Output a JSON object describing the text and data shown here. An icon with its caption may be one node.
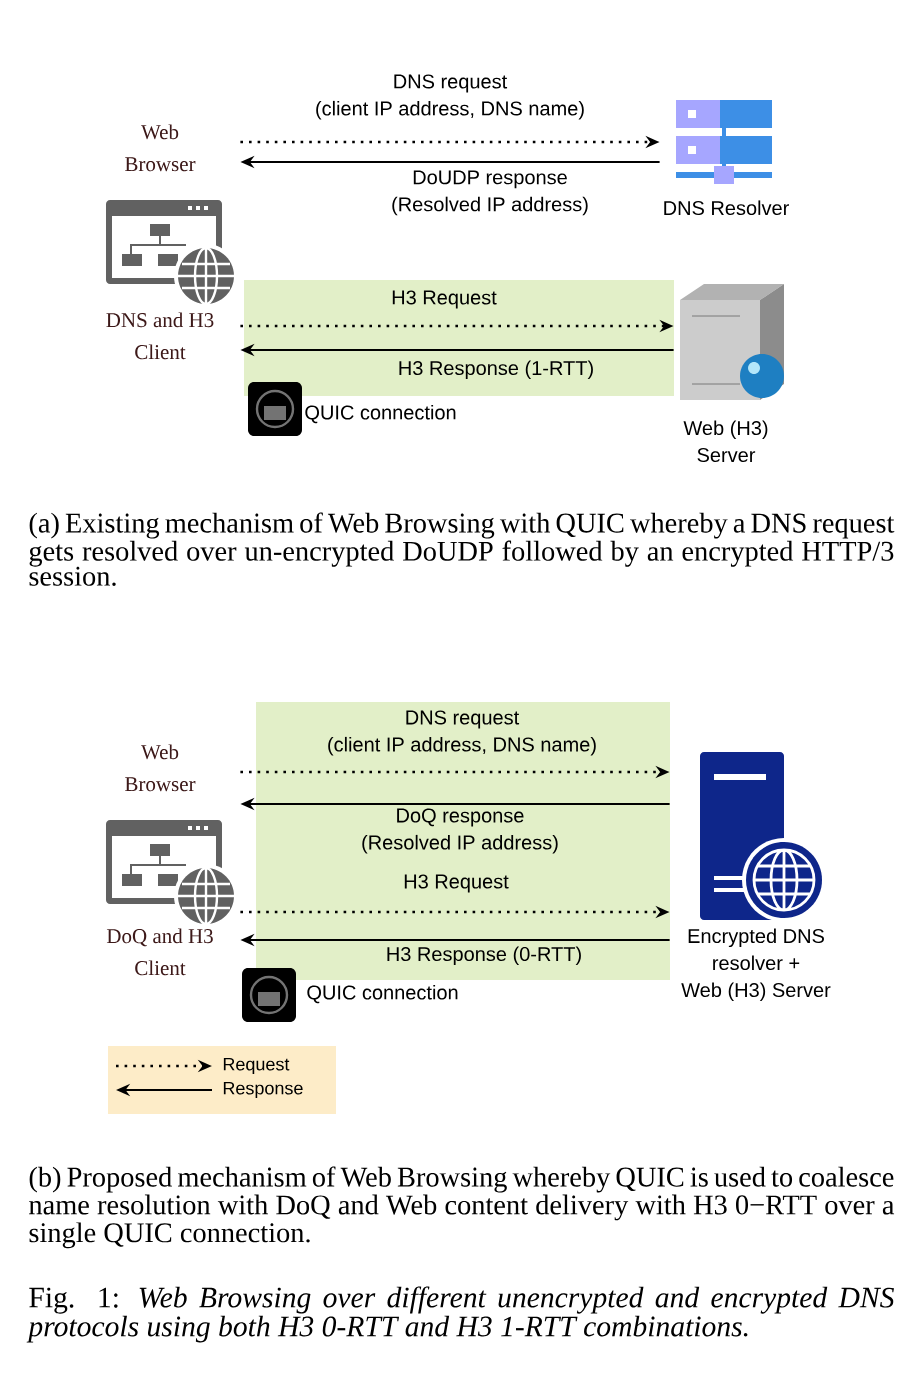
{
  "diagram": {
    "caption": "Fig. 1: *Web Browsing over different unencrypted and encrypted DNS protocols using both H3 0-RTT and H3 1-RTT combinations.*",
    "nodes": [
      {
        "text": [
          "Web Browser",
          "DNS and H3 Client"
        ]
      },
      {
        "text": [
          "DNS Resolver"
        ]
      },
      {
        "text": [
          "Web (H3) Server"
        ]
      },
      {
        "text": [
          "Web Browser",
          "DoQ and H3 Client"
        ]
      },
      {
        "text": [
          "Encrypted DNS resolver + Web (H3) Server"
        ]
      }
    ],
    "edges": [
      {
        "from": 0,
        "to": 1,
        "arrow": "to",
        "style": "dashed",
        "label": "DNS request (client IP address, DNS name)"
      },
      {
        "from": 1,
        "to": 0,
        "arrow": "to",
        "label": "DoUDP response (Resolved IP address)"
      },
      {
        "from": 0,
        "to": 2,
        "arrow": "to",
        "style": "dashed",
        "label": "H3 Request"
      },
      {
        "from": 2,
        "to": 0,
        "arrow": "to",
        "label": "H3 Response (1-RTT)"
      },
      {
        "from": 3,
        "to": 4,
        "arrow": "to",
        "style": "dashed",
        "label": "DNS request (client IP address, DNS name)"
      },
      {
        "from": 4,
        "to": 3,
        "arrow": "to",
        "label": "DoQ response (Resolved IP address)"
      },
      {
        "from": 3,
        "to": 4,
        "arrow": "to",
        "style": "dashed",
        "label": "H3 Request"
      },
      {
        "from": 4,
        "to": 3,
        "arrow": "to",
        "label": "H3 Response (0-RTT)"
      }
    ],
    "labels": [
      "QUIC connection",
      "(a) Existing mechanism of Web Browsing with QUIC whereby a DNS request gets resolved over un-encrypted DoUDP followed by an encrypted HTTP/3 session.",
      "QUIC connection",
      "(b) Proposed mechanism of Web Browsing whereby QUIC is used to coalesce name resolution with DoQ and Web content delivery with H3 0−RTT over a single QUIC connection."
    ],
    "legend": [
      {
        "text": "Request"
      },
      {
        "text": "Response"
      }
    ]
  }
}
